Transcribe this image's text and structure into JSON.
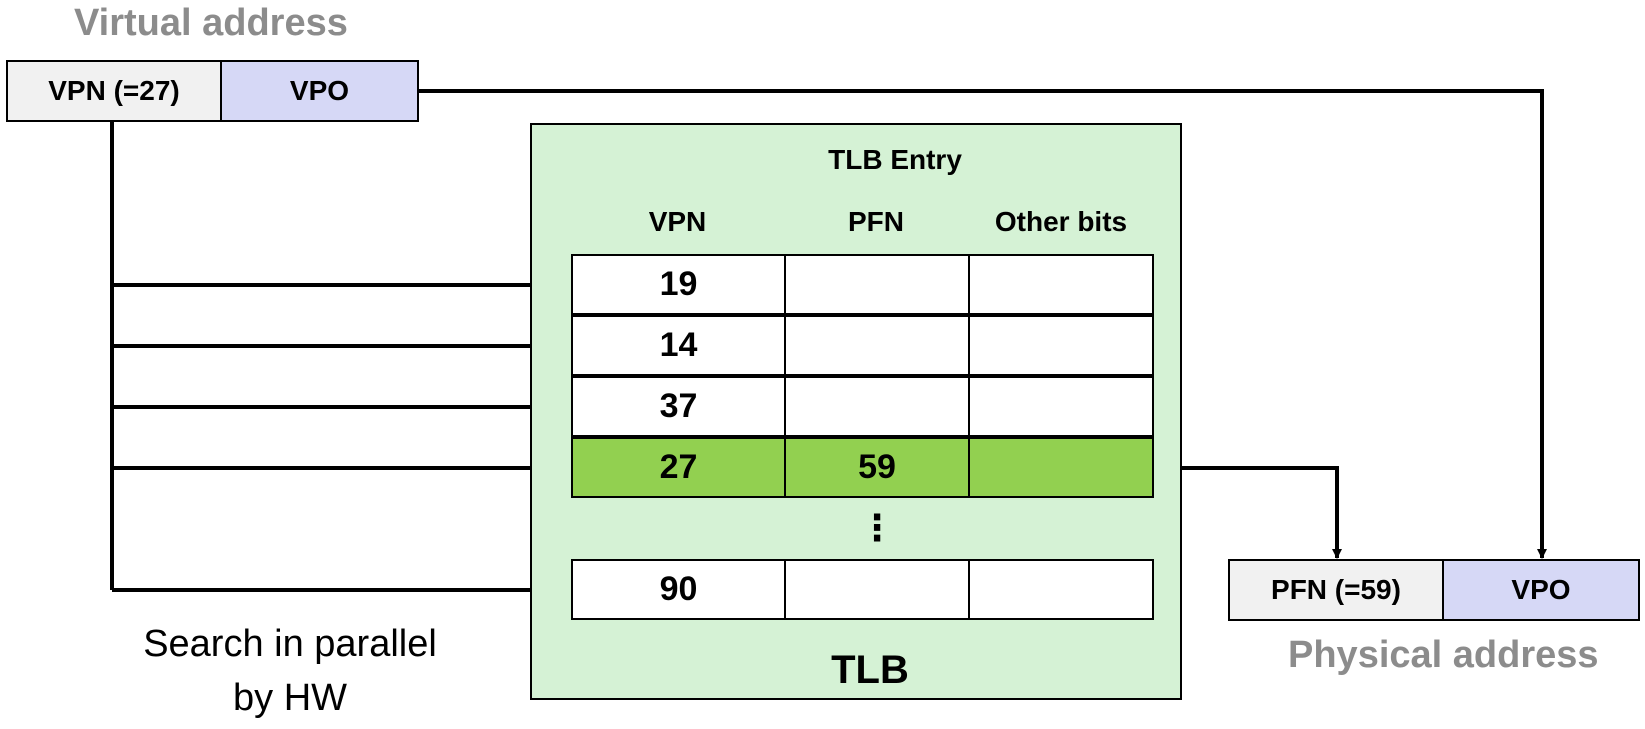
{
  "virtual_address": {
    "caption": "Virtual address",
    "vpn_label": "VPN (=27)",
    "vpo_label": "VPO"
  },
  "tlb": {
    "title": "TLB",
    "entry_title": "TLB Entry",
    "columns": [
      "VPN",
      "PFN",
      "Other bits"
    ],
    "rows": [
      {
        "vpn": "19",
        "pfn": "",
        "other": ""
      },
      {
        "vpn": "14",
        "pfn": "",
        "other": ""
      },
      {
        "vpn": "37",
        "pfn": "",
        "other": ""
      },
      {
        "vpn": "27",
        "pfn": "59",
        "other": ""
      },
      {
        "vpn": "90",
        "pfn": "",
        "other": ""
      }
    ],
    "ellipsis": "⋮",
    "hit_color": "#92d050",
    "background_color": "#d5f2d5"
  },
  "search_note": {
    "line1": "Search in parallel",
    "line2": "by HW"
  },
  "physical_address": {
    "caption": "Physical address",
    "pfn_label": "PFN (=59)",
    "vpo_label": "VPO"
  },
  "colors": {
    "vpo_fill": "#d6d8f6",
    "field_fill": "#f1f1f1",
    "caption_gray": "#8c8c8c"
  }
}
